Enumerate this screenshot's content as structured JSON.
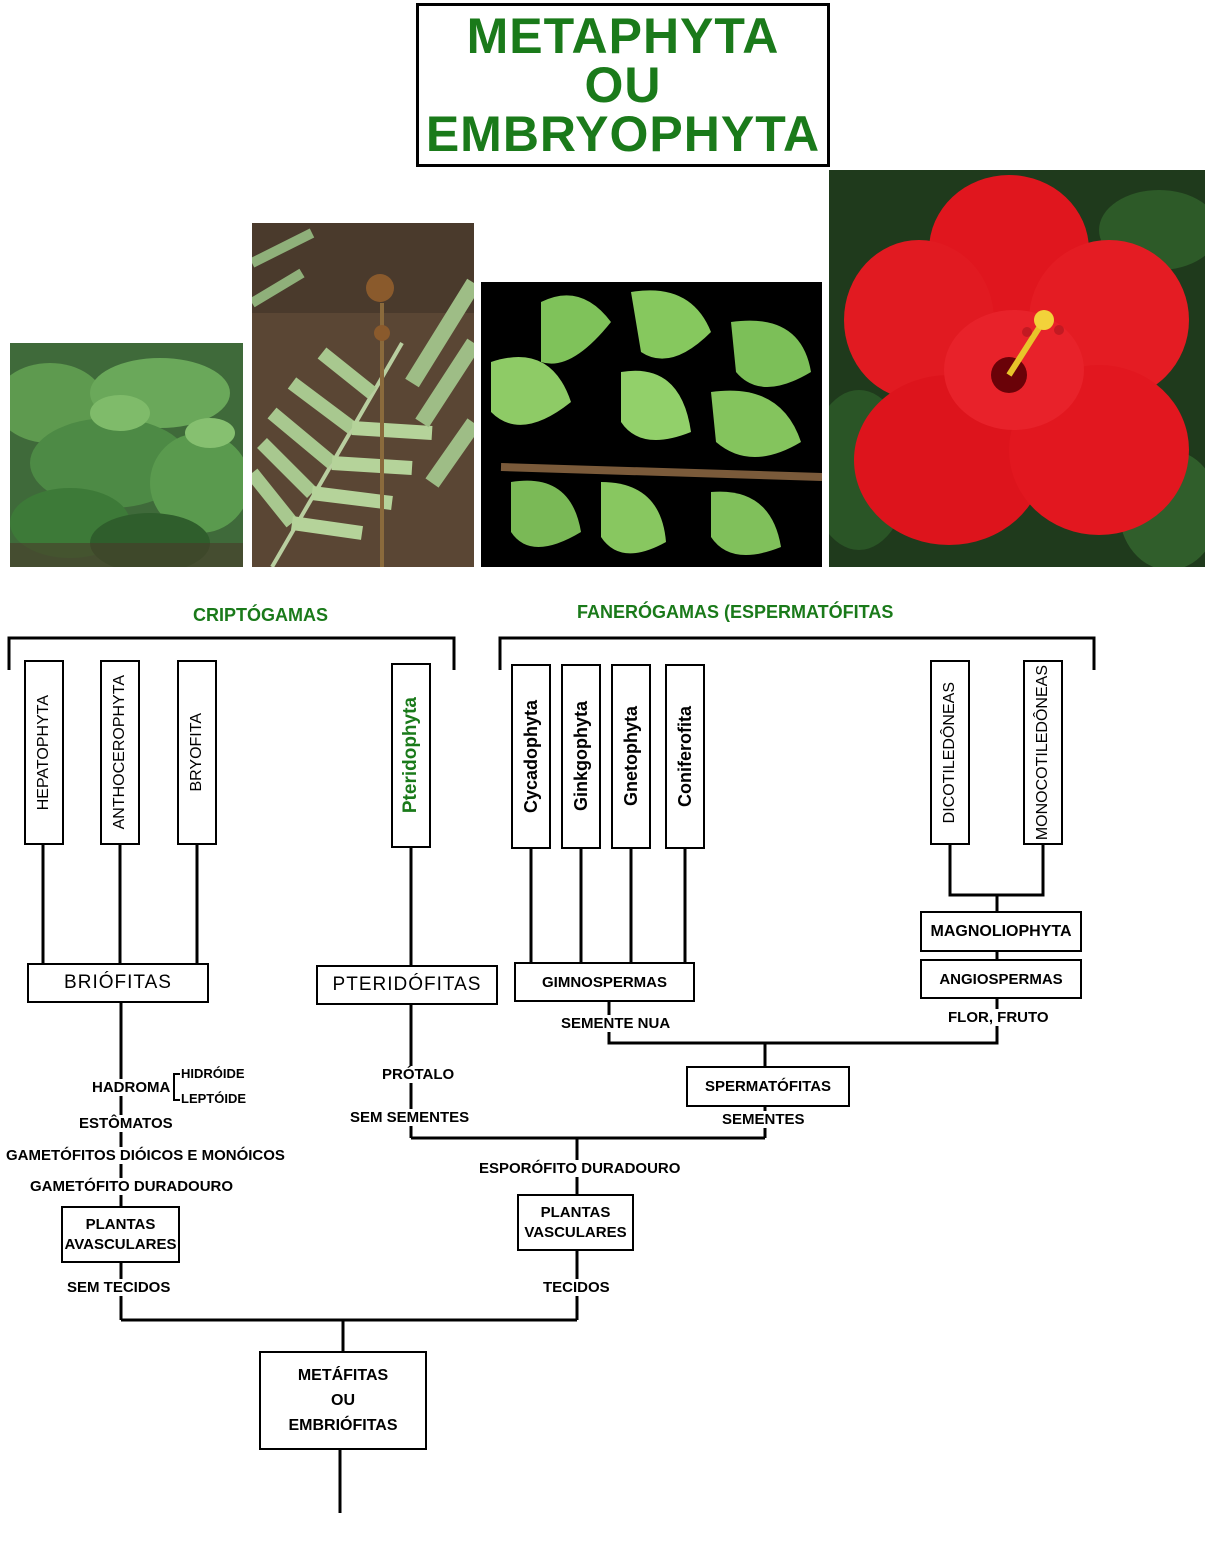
{
  "title": {
    "line1": "METAPHYTA",
    "line2": "OU",
    "line3": "EMBRYOPHYTA"
  },
  "groups": {
    "criptogamas": "CRIPTÓGAMAS",
    "fanerogamas": "FANERÓGAMAS (ESPERMATÓFITAS"
  },
  "divisions": {
    "hepatophyta": "HEPATOPHYTA",
    "anthocerophyta": "ANTHOCEROPHYTA",
    "bryofita": "BRYOFITA",
    "pteridophyta": "Pteridophyta",
    "cycadophyta": "Cycadophyta",
    "ginkgophyta": "Ginkgophyta",
    "gnetophyta": "Gnetophyta",
    "coniferofita": "Coniferofita",
    "dicotiledoneas": "DICOTILEDÔNEAS",
    "monocotiledoneas": "MONOCOTILEDÔNEAS"
  },
  "clades": {
    "briofitas": "BRIÓFITAS",
    "pteridofitas": "PTERIDÓFITAS",
    "gimnospermas": "GIMNOSPERMAS",
    "magnoliophyta": "MAGNOLIOPHYTA",
    "angiospermas": "ANGIOSPERMAS",
    "spermatofitas": "SPERMATÓFITAS",
    "plantas_avasculares": [
      "PLANTAS",
      "AVASCULARES"
    ],
    "plantas_vasculares": [
      "PLANTAS",
      "VASCULARES"
    ],
    "metafitas": [
      "METÁFITAS",
      "OU",
      "EMBRIÓFITAS"
    ]
  },
  "traits": {
    "hadroma": "HADROMA",
    "hidroide": "HIDRÓIDE",
    "leptoide": "LEPTÓIDE",
    "estomatos": "ESTÔMATOS",
    "gametofitos": "GAMETÓFITOS DIÓICOS E MONÓICOS",
    "gametofito_duradouro": "GAMETÓFITO DURADOURO",
    "semente_nua": "SEMENTE NUA",
    "flor_fruto": "FLOR, FRUTO",
    "protalo": "PRÓTALO",
    "sem_sementes": "SEM SEMENTES",
    "sementes": "SEMENTES",
    "esporofito_duradouro": "ESPORÓFITO DURADOURO",
    "sem_tecidos": "SEM TECIDOS",
    "tecidos": "TECIDOS"
  },
  "colors": {
    "accent_green": "#1a7a1a",
    "line": "#000000",
    "hibiscus_red": "#e0161e"
  }
}
